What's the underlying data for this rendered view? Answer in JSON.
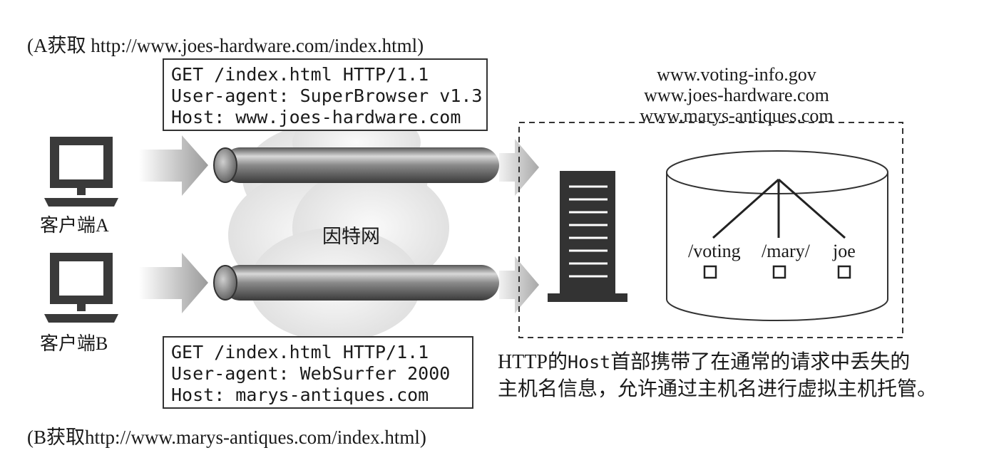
{
  "caption_a": "(A获取 http://www.joes-hardware.com/index.html)",
  "caption_b": "(B获取http://www.marys-antiques.com/index.html)",
  "request_a": {
    "line1": "GET /index.html HTTP/1.1",
    "line2": "User-agent: SuperBrowser v1.3",
    "line3": "Host: www.joes-hardware.com"
  },
  "request_b": {
    "line1": "GET /index.html HTTP/1.1",
    "line2": "User-agent: WebSurfer 2000",
    "line3": "Host: marys-antiques.com"
  },
  "hosted_domains": [
    "www.voting-info.gov",
    "www.joes-hardware.com",
    "www.marys-antiques.com"
  ],
  "client_a_label": "客户端A",
  "client_b_label": "客户端B",
  "internet_label": "因特网",
  "directories": [
    "/voting",
    "/mary/",
    "joe"
  ],
  "note": {
    "prefix": "HTTP的",
    "code": "Host",
    "rest1": "首部携带了在通常的请求中丢失的",
    "line2": "主机名信息，允许通过主机名进行虚拟主机托管。"
  }
}
